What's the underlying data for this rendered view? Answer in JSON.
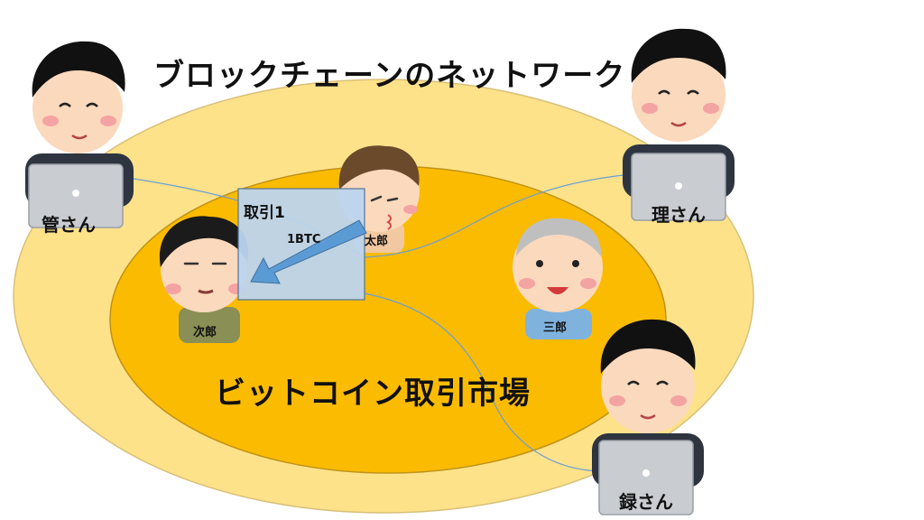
{
  "diagram": {
    "network_title": "ブロックチェーンのネットワーク",
    "market_title": "ビットコイン取引市場",
    "transaction": {
      "label": "取引1",
      "amount": "1BTC"
    },
    "participants": {
      "taro": "太郎",
      "jiro": "次郎",
      "saburo": "三郎"
    },
    "nodes": {
      "kan": "管さん",
      "ri": "理さん",
      "roku": "録さん"
    },
    "colors": {
      "outer_ellipse": "#fde28a",
      "inner_ellipse": "#fbbb00",
      "transaction_box": "#bcd5ef",
      "arrow": "#5b9bd5",
      "connector": "#6b9fd4"
    }
  }
}
